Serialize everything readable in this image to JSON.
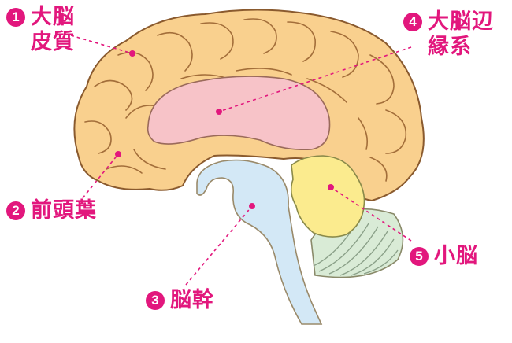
{
  "labels": [
    {
      "number": "1",
      "text": "大脳\n皮質"
    },
    {
      "number": "2",
      "text": "前頭葉"
    },
    {
      "number": "3",
      "text": "脳幹"
    },
    {
      "number": "4",
      "text": "大脳辺\n縁系"
    },
    {
      "number": "5",
      "text": "小脳"
    }
  ],
  "colors": {
    "accent": "#e2177d",
    "cortex_fill": "#f9d08e",
    "cortex_stroke": "#8a5a2e",
    "limbic_fill": "#f7c3c8",
    "brainstem_fill": "#d3e8f6",
    "cerebellum_fill": "#fbeb8e",
    "cerebellum_folds": "#cfe4cf"
  }
}
